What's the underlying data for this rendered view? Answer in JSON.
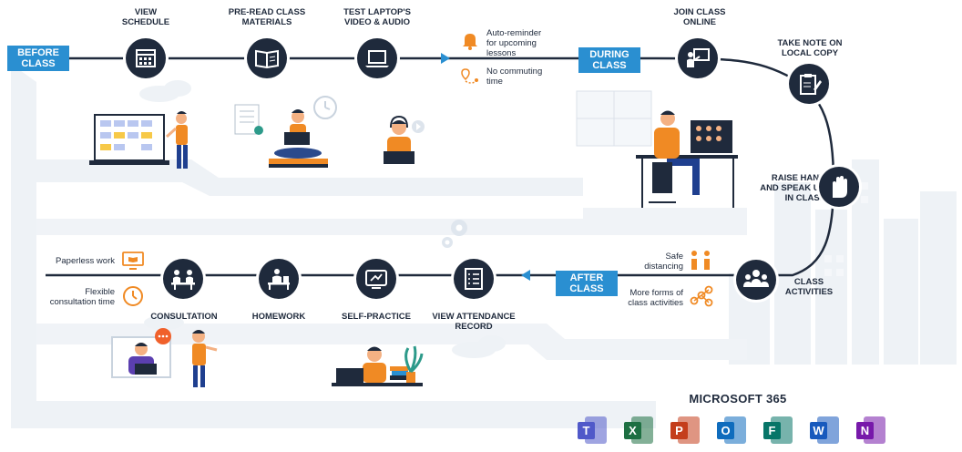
{
  "before_class": {
    "tag": "BEFORE CLASS",
    "steps": [
      {
        "label_1": "VIEW",
        "label_2": "SCHEDULE",
        "icon": "calendar-icon"
      },
      {
        "label_1": "PRE-READ CLASS",
        "label_2": "MATERIALS",
        "icon": "book-icon"
      },
      {
        "label_1": "TEST LAPTOP'S",
        "label_2": "VIDEO & AUDIO",
        "icon": "laptop-icon"
      }
    ],
    "notes": [
      {
        "line_1": "Auto-reminder",
        "line_2": "for upcoming",
        "line_3": "lessons",
        "icon": "bell-icon"
      },
      {
        "line_1": "No commuting",
        "line_2": "time",
        "icon": "route-pin-icon"
      }
    ]
  },
  "during_class": {
    "tag": "DURING CLASS",
    "steps": [
      {
        "label_1": "JOIN CLASS",
        "label_2": "ONLINE",
        "icon": "presenter-icon"
      },
      {
        "label_1": "TAKE NOTE ON",
        "label_2": "LOCAL COPY",
        "icon": "notepad-icon"
      },
      {
        "label_1": "RAISE HAND",
        "label_2": "AND SPEAK UP",
        "label_3": "IN CLASS",
        "icon": "hand-icon"
      },
      {
        "label_1": "CLASS",
        "label_2": "ACTIVITIES",
        "icon": "group-icon"
      }
    ],
    "notes": [
      {
        "line_1": "Safe",
        "line_2": "distancing",
        "icon": "distancing-icon"
      },
      {
        "line_1": "More forms of",
        "line_2": "class activities",
        "icon": "network-icon"
      }
    ]
  },
  "after_class": {
    "tag": "AFTER CLASS",
    "steps": [
      {
        "label_1": "VIEW ATTENDANCE",
        "label_2": "RECORD",
        "icon": "checklist-icon"
      },
      {
        "label_1": "SELF-PRACTICE",
        "icon": "practice-screen-icon"
      },
      {
        "label_1": "HOMEWORK",
        "icon": "desk-icon"
      },
      {
        "label_1": "CONSULTATION",
        "icon": "meeting-icon"
      }
    ],
    "notes": [
      {
        "line_1": "Paperless work",
        "icon": "monitor-book-icon"
      },
      {
        "line_1": "Flexible",
        "line_2": "consultation time",
        "icon": "clock-icon"
      }
    ]
  },
  "microsoft": {
    "title": "MICROSOFT 365",
    "apps": [
      {
        "letter": "T",
        "icon": "teams-icon",
        "color": "#5059c9"
      },
      {
        "letter": "X",
        "icon": "excel-icon",
        "color": "#1d6f42"
      },
      {
        "letter": "P",
        "icon": "powerpoint-icon",
        "color": "#c43e1c"
      },
      {
        "letter": "O",
        "icon": "outlook-icon",
        "color": "#0f6cbd"
      },
      {
        "letter": "F",
        "icon": "forms-icon",
        "color": "#077568"
      },
      {
        "letter": "W",
        "icon": "word-icon",
        "color": "#185abd"
      },
      {
        "letter": "N",
        "icon": "onenote-icon",
        "color": "#7719aa"
      }
    ]
  },
  "colors": {
    "navy": "#1f2a3c",
    "accent_blue": "#2a8fd1",
    "orange": "#f08a24",
    "road": "#eef2f6"
  }
}
